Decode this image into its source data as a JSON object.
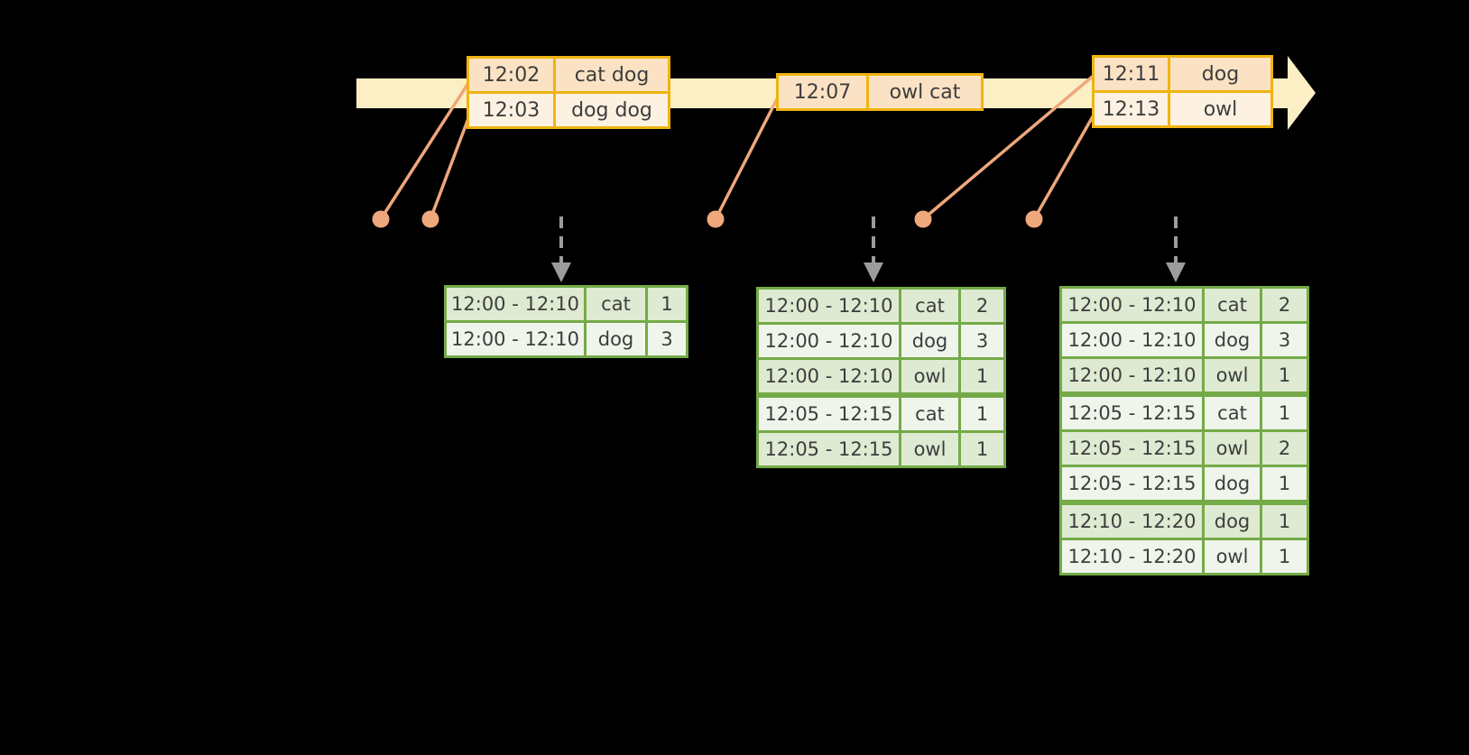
{
  "colors": {
    "background": "#000000",
    "event_time_axis": "#fcefc5",
    "batch_table_border": "#f0b410",
    "batch_row_peach": "#fbe2c4",
    "batch_row_cream": "#fdf2e2",
    "result_table_border": "#74aa47",
    "result_row_green": "#deead1",
    "result_row_white": "#f0f5ec",
    "event_connector": "#efa77c",
    "trigger_arrow": "#9c9c9c",
    "text": "#3d3d3d"
  },
  "batches": [
    {
      "rows": [
        {
          "time": "12:02",
          "words": "cat dog"
        },
        {
          "time": "12:03",
          "words": "dog dog"
        }
      ]
    },
    {
      "rows": [
        {
          "time": "12:07",
          "words": "owl cat"
        }
      ]
    },
    {
      "rows": [
        {
          "time": "12:11",
          "words": "dog"
        },
        {
          "time": "12:13",
          "words": "owl"
        }
      ]
    }
  ],
  "result_tables": [
    {
      "rows": [
        {
          "window": "12:00 - 12:10",
          "word": "cat",
          "count": "1"
        },
        {
          "window": "12:00 - 12:10",
          "word": "dog",
          "count": "3"
        }
      ]
    },
    {
      "rows": [
        {
          "window": "12:00 - 12:10",
          "word": "cat",
          "count": "2"
        },
        {
          "window": "12:00 - 12:10",
          "word": "dog",
          "count": "3"
        },
        {
          "window": "12:00 - 12:10",
          "word": "owl",
          "count": "1"
        },
        {
          "window": "12:05 - 12:15",
          "word": "cat",
          "count": "1"
        },
        {
          "window": "12:05 - 12:15",
          "word": "owl",
          "count": "1"
        }
      ]
    },
    {
      "rows": [
        {
          "window": "12:00 - 12:10",
          "word": "cat",
          "count": "2"
        },
        {
          "window": "12:00 - 12:10",
          "word": "dog",
          "count": "3"
        },
        {
          "window": "12:00 - 12:10",
          "word": "owl",
          "count": "1"
        },
        {
          "window": "12:05 - 12:15",
          "word": "cat",
          "count": "1"
        },
        {
          "window": "12:05 - 12:15",
          "word": "owl",
          "count": "2"
        },
        {
          "window": "12:05 - 12:15",
          "word": "dog",
          "count": "1"
        },
        {
          "window": "12:10 - 12:20",
          "word": "dog",
          "count": "1"
        },
        {
          "window": "12:10 - 12:20",
          "word": "owl",
          "count": "1"
        }
      ]
    }
  ]
}
